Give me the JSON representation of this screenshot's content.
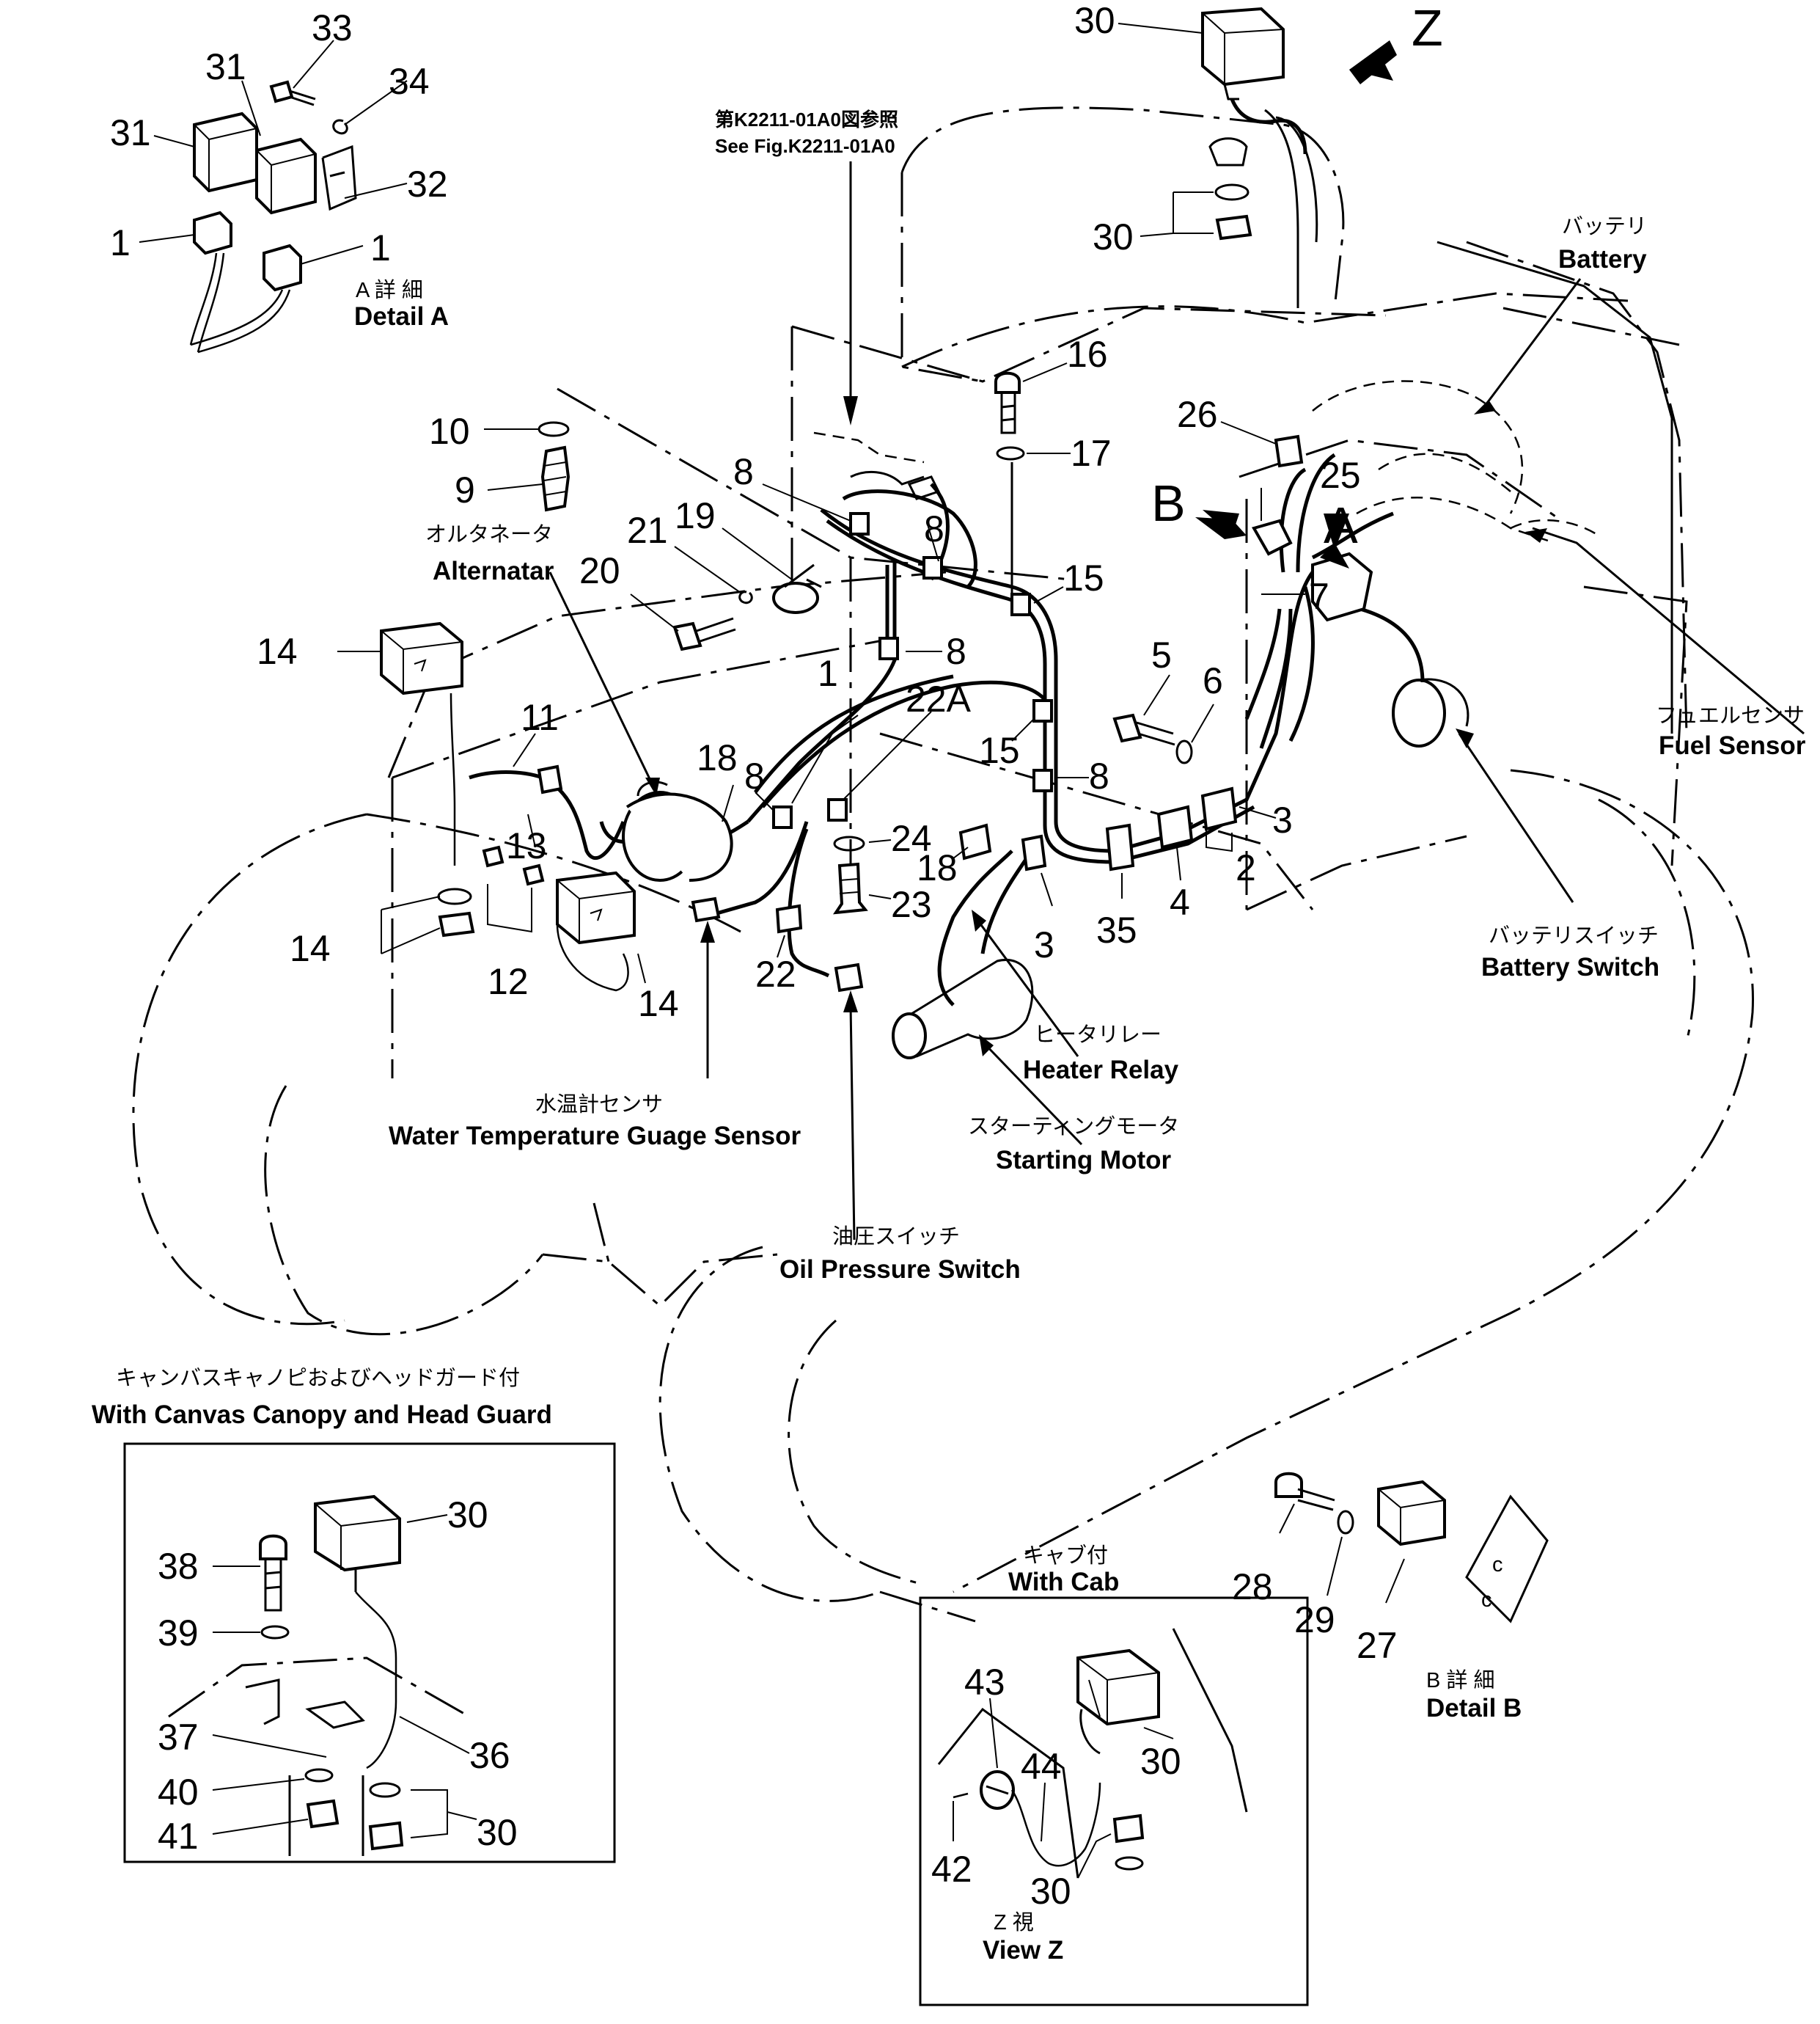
{
  "title_ref": {
    "jp": "第K2211-01A0図参照",
    "en": "See Fig.K2211-01A0"
  },
  "view_marker": "Z",
  "callouts": {
    "c1a": "1",
    "c1b": "1",
    "c1c": "1",
    "c2": "2",
    "c3a": "3",
    "c3b": "3",
    "c4": "4",
    "c5": "5",
    "c6": "6",
    "c7": "7",
    "c8a": "8",
    "c8b": "8",
    "c8c": "8",
    "c8d": "8",
    "c8e": "8",
    "c9": "9",
    "c10": "10",
    "c11": "11",
    "c12": "12",
    "c13": "13",
    "c14a": "14",
    "c14b": "14",
    "c14c": "14",
    "c15a": "15",
    "c15b": "15",
    "c16": "16",
    "c17": "17",
    "c18a": "18",
    "c18b": "18",
    "c19": "19",
    "c20": "20",
    "c21": "21",
    "c22": "22",
    "c22a": "22A",
    "c23": "23",
    "c24": "24",
    "c25": "25",
    "c26": "26",
    "c27": "27",
    "c28": "28",
    "c29": "29",
    "c30a": "30",
    "c30b": "30",
    "c30c": "30",
    "c30d": "30",
    "c30e": "30",
    "c30f": "30",
    "c31a": "31",
    "c31b": "31",
    "c32": "32",
    "c33": "33",
    "c34": "34",
    "c35": "35",
    "c36": "36",
    "c37": "37",
    "c38": "38",
    "c39": "39",
    "c40": "40",
    "c41": "41",
    "c42": "42",
    "c43": "43",
    "c44": "44",
    "mA": "A",
    "mB": "B"
  },
  "labels": {
    "detail_a": {
      "jp": "A 詳 細",
      "en": "Detail A"
    },
    "detail_b": {
      "jp": "B 詳 細",
      "en": "Detail B"
    },
    "view_z": {
      "jp": "Z 視",
      "en": "View Z"
    },
    "battery": {
      "jp": "バッテリ",
      "en": "Battery"
    },
    "alternator": {
      "jp": "オルタネータ",
      "en": "Alternatar"
    },
    "fuel_sensor": {
      "jp": "フュエルセンサ",
      "en": "Fuel Sensor"
    },
    "battery_switch": {
      "jp": "バッテリスイッチ",
      "en": "Battery Switch"
    },
    "heater_relay": {
      "jp": "ヒータリレー",
      "en": "Heater Relay"
    },
    "starting_motor": {
      "jp": "スターティングモータ",
      "en": "Starting Motor"
    },
    "water_temp": {
      "jp": "水温計センサ",
      "en": "Water Temperature Guage Sensor"
    },
    "oil_pressure": {
      "jp": "油圧スイッチ",
      "en": "Oil Pressure Switch"
    },
    "canopy": {
      "jp": "キャンバスキャノピおよびヘッドガード付",
      "en": "With Canvas Canopy and Head Guard"
    },
    "cab": {
      "jp": "キャブ付",
      "en": "With Cab"
    }
  }
}
